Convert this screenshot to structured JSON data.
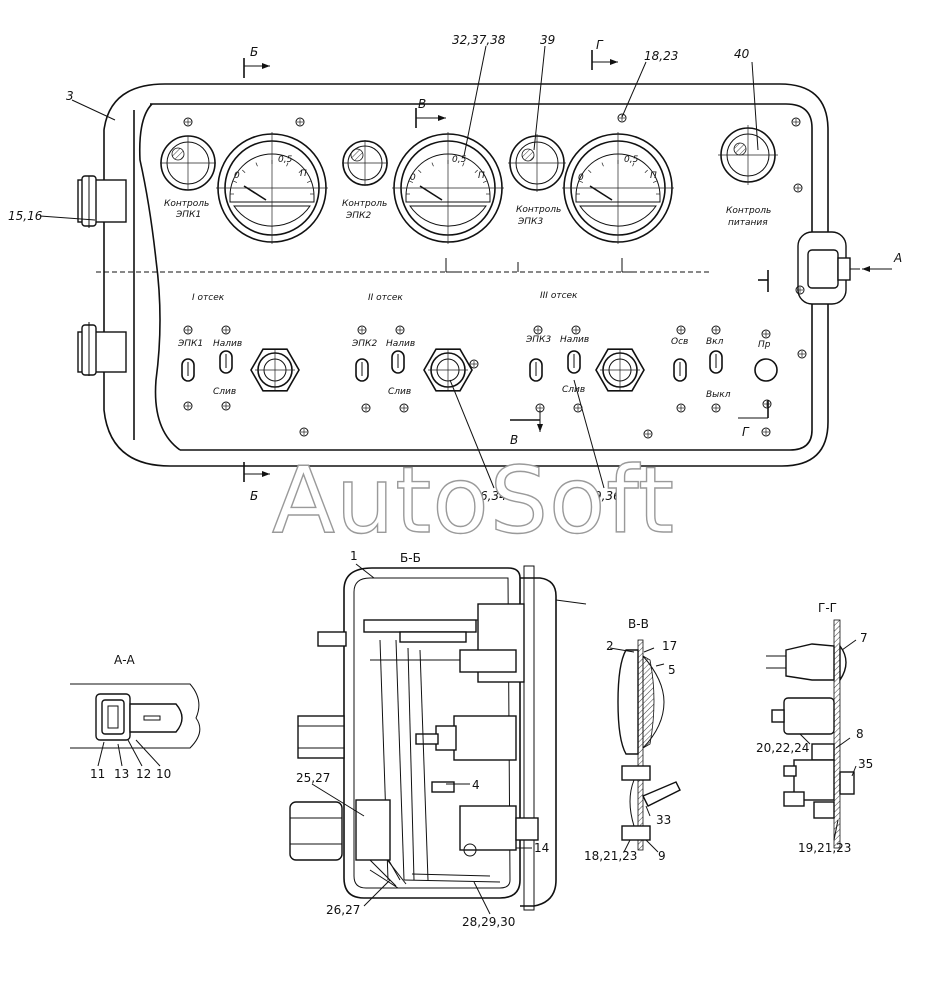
{
  "watermark": "AutoSoft",
  "section_marks": {
    "b_top": "Б",
    "b_bottom": "Б",
    "v_top": "В",
    "v_bottom": "В",
    "g_top": "Г",
    "g_bottom": "Г",
    "a_side": "А"
  },
  "callouts": {
    "c3": "3",
    "c15_16": "15,16",
    "c32_37_38": "32,37,38",
    "c39": "39",
    "c18_23_top": "18,23",
    "c40": "40",
    "c6_34": "6,34",
    "c9_36": "9,36"
  },
  "panel_labels": {
    "kontrol_epk1_a": "Контроль",
    "kontrol_epk1_b": "ЭПК1",
    "kontrol_epk2_a": "Контроль",
    "kontrol_epk2_b": "ЭПК2",
    "kontrol_epk3_a": "Контроль",
    "kontrol_epk3_b": "ЭПК3",
    "kontrol_pit_a": "Контроль",
    "kontrol_pit_b": "питания",
    "compartment1": "I отсек",
    "compartment2": "II отсек",
    "compartment3": "III отсек",
    "sw_epk1": "ЭПК1",
    "sw_naliv1": "Налив",
    "sw_sliv1": "Слив",
    "sw_epk2": "ЭПК2",
    "sw_naliv2": "Налив",
    "sw_sliv2": "Слив",
    "sw_epk3": "ЭПК3",
    "sw_naliv3": "Налив",
    "sw_sliv3": "Слив",
    "sw_osv": "Осв",
    "sw_vkl": "Вкл",
    "sw_vykl": "Выкл",
    "sw_pr": "Пр"
  },
  "gauge_scale": {
    "zero": "0",
    "half": "0,5",
    "full": "П"
  },
  "views": {
    "aa_title": "А-А",
    "bb_title": "Б-Б",
    "vv_title": "В-В",
    "gg_title": "Г-Г"
  },
  "aa_callouts": {
    "n11": "11",
    "n13": "13",
    "n12": "12",
    "n10": "10"
  },
  "bb_callouts": {
    "n1": "1",
    "n25_27": "25,27",
    "n4": "4",
    "n14": "14",
    "n26_27": "26,27",
    "n28_29_30": "28,29,30"
  },
  "vv_callouts": {
    "n2": "2",
    "n17": "17",
    "n5": "5",
    "n33": "33",
    "n18_21_23": "18,21,23",
    "n9": "9"
  },
  "gg_callouts": {
    "n7": "7",
    "n8": "8",
    "n20_22_24": "20,22,24",
    "n35": "35",
    "n19_21_23": "19,21,23"
  }
}
